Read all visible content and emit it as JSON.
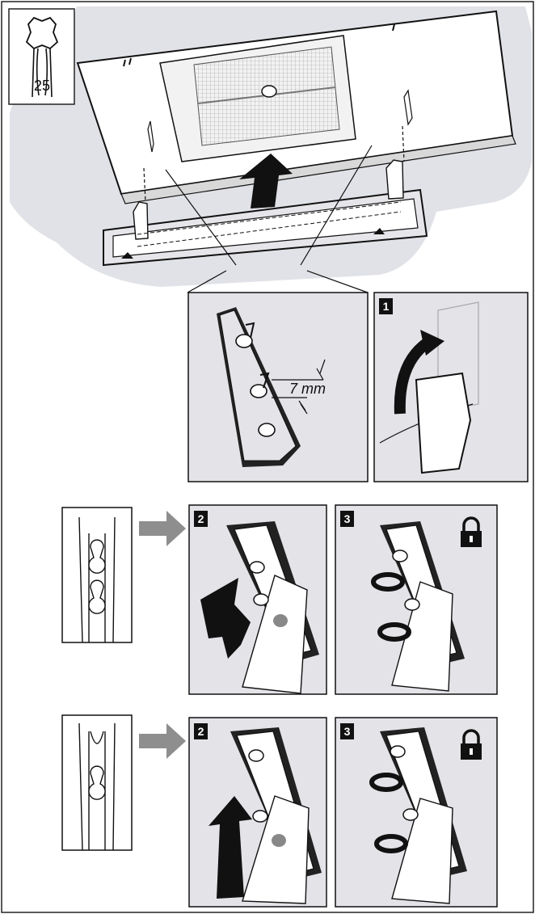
{
  "tool": {
    "label": "25",
    "icon": "torx-screwdriver-icon"
  },
  "measurement": {
    "value": "7",
    "unit": "mm"
  },
  "steps": {
    "s1": "1",
    "s2": "2",
    "s3": "3",
    "s2b": "2",
    "s3b": "3"
  },
  "colors": {
    "ceiling": "#e1e2e7",
    "panel": "#e3e3e8",
    "arrow": "#8e8e8e",
    "ink": "#111111"
  }
}
